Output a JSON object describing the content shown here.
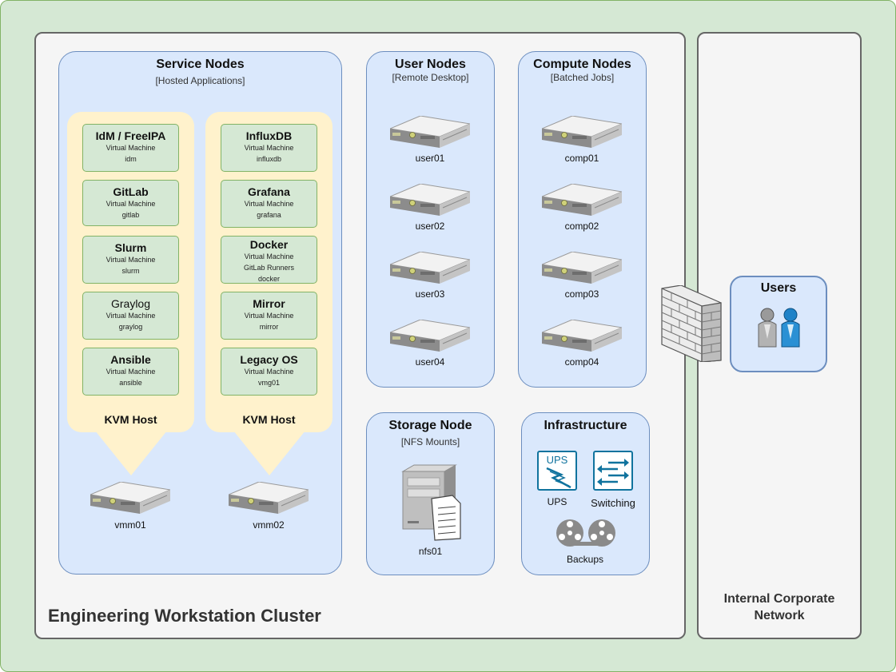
{
  "cluster": {
    "title": "Engineering Workstation Cluster"
  },
  "corporate": {
    "title": "Internal Corporate Network"
  },
  "service_nodes": {
    "title": "Service Nodes",
    "subtitle": "[Hosted Applications]",
    "kvm_hosts": [
      {
        "label": "KVM Host",
        "host": "vmm01",
        "vms": [
          {
            "name": "IdM / FreeIPA",
            "lines": [
              "Virtual Machine",
              "idm"
            ]
          },
          {
            "name": "GitLab",
            "lines": [
              "Virtual Machine",
              "gitlab"
            ]
          },
          {
            "name": "Slurm",
            "lines": [
              "Virtual Machine",
              "slurm"
            ]
          },
          {
            "name": "Graylog",
            "lines": [
              "Virtual Machine",
              "graylog"
            ]
          },
          {
            "name": "Ansible",
            "lines": [
              "Virtual Machine",
              "ansible"
            ]
          }
        ]
      },
      {
        "label": "KVM Host",
        "host": "vmm02",
        "vms": [
          {
            "name": "InfluxDB",
            "lines": [
              "Virtual Machine",
              "influxdb"
            ]
          },
          {
            "name": "Grafana",
            "lines": [
              "Virtual Machine",
              "grafana"
            ]
          },
          {
            "name": "Docker",
            "lines": [
              "Virtual Machine",
              "GitLab Runners",
              "docker"
            ]
          },
          {
            "name": "Mirror",
            "lines": [
              "Virtual Machine",
              "mirror"
            ]
          },
          {
            "name": "Legacy OS",
            "lines": [
              "Virtual Machine",
              "vmg01"
            ]
          }
        ]
      }
    ]
  },
  "user_nodes": {
    "title": "User Nodes",
    "subtitle": "[Remote Desktop]",
    "nodes": [
      "user01",
      "user02",
      "user03",
      "user04"
    ]
  },
  "compute_nodes": {
    "title": "Compute Nodes",
    "subtitle": "[Batched Jobs]",
    "nodes": [
      "comp01",
      "comp02",
      "comp03",
      "comp04"
    ]
  },
  "storage_node": {
    "title": "Storage Node",
    "subtitle": "[NFS Mounts]",
    "node": "nfs01"
  },
  "infrastructure": {
    "title": "Infrastructure",
    "ups_icon_text": "UPS",
    "ups": "UPS",
    "switching": "Switching",
    "backups": "Backups"
  },
  "users": {
    "title": "Users"
  },
  "colors": {
    "outer_fill": "#d5e8d4",
    "group_fill": "#dae8fc",
    "group_stroke": "#6c8ebf",
    "kvm_fill": "#fff2cc",
    "vm_fill": "#d5e8d4",
    "vm_stroke": "#82b366",
    "panel_fill": "#f5f5f5",
    "panel_stroke": "#666666",
    "infra_icon": "#10739e"
  }
}
